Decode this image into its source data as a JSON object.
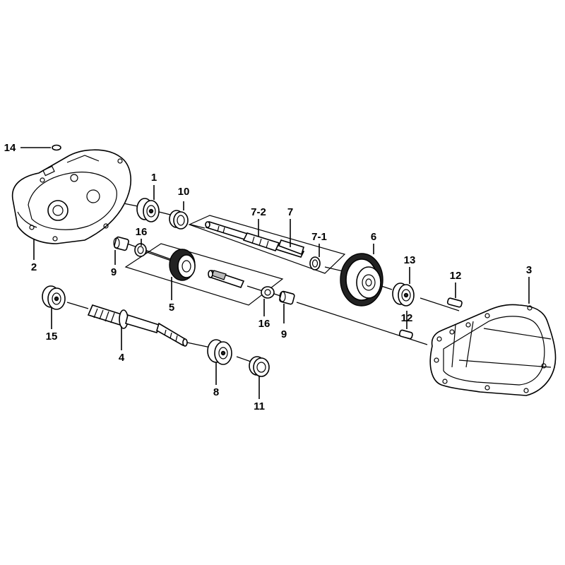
{
  "diagram": {
    "labels": {
      "p1": "1",
      "p2": "2",
      "p3": "3",
      "p4": "4",
      "p5": "5",
      "p6": "6",
      "p7": "7",
      "p7_1": "7-1",
      "p7_2": "7-2",
      "p8": "8",
      "p9a": "9",
      "p9b": "9",
      "p10": "10",
      "p11": "11",
      "p12a": "12",
      "p12b": "12",
      "p13": "13",
      "p14": "14",
      "p15": "15",
      "p16a": "16",
      "p16b": "16"
    },
    "colors": {
      "ink": "#000000",
      "paper": "#ffffff",
      "shade": "#222222"
    }
  }
}
